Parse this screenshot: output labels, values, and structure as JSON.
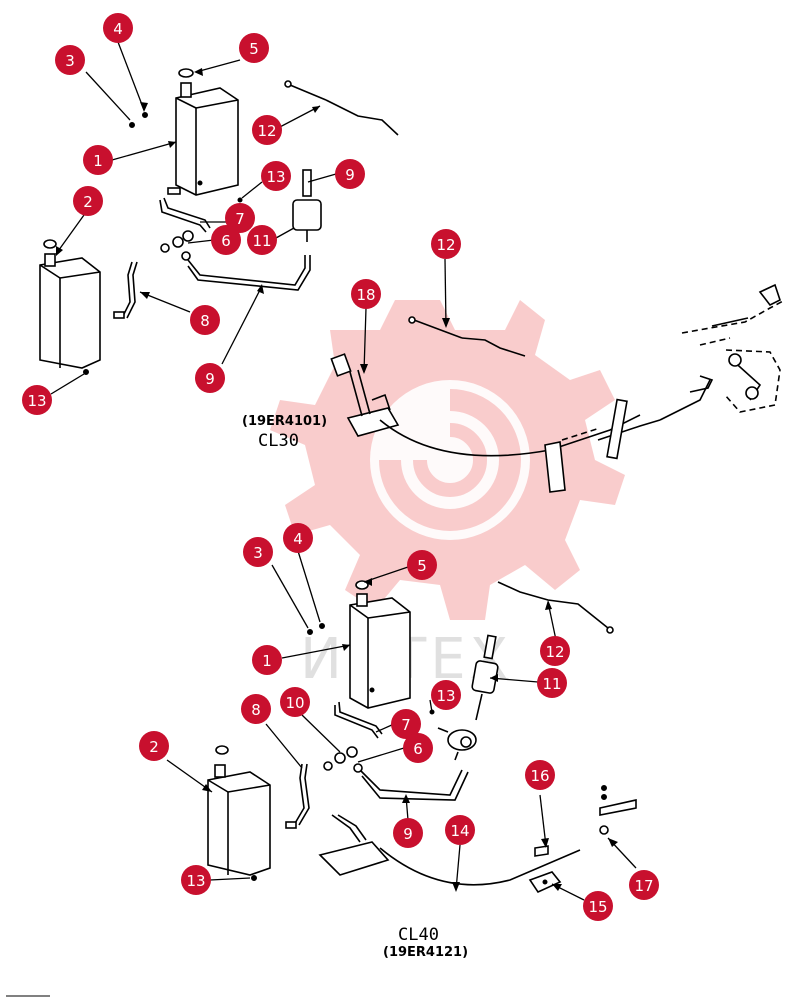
{
  "diagram": {
    "top_code": "(19ER4101)",
    "top_model": "CL30",
    "bottom_model": "CL40",
    "bottom_code": "(19ER4121)",
    "watermark_text": "ИНТЕХ",
    "colors": {
      "badge": "#c8102e",
      "watermark": "#f2a6a6"
    }
  },
  "callouts_top": [
    "4",
    "5",
    "3",
    "12",
    "1",
    "13",
    "9",
    "2",
    "7",
    "6",
    "11",
    "12",
    "8",
    "18",
    "9",
    "13"
  ],
  "callouts_bottom": [
    "3",
    "4",
    "5",
    "1",
    "12",
    "11",
    "13",
    "10",
    "8",
    "2",
    "7",
    "6",
    "16",
    "9",
    "14",
    "17",
    "13",
    "15"
  ]
}
